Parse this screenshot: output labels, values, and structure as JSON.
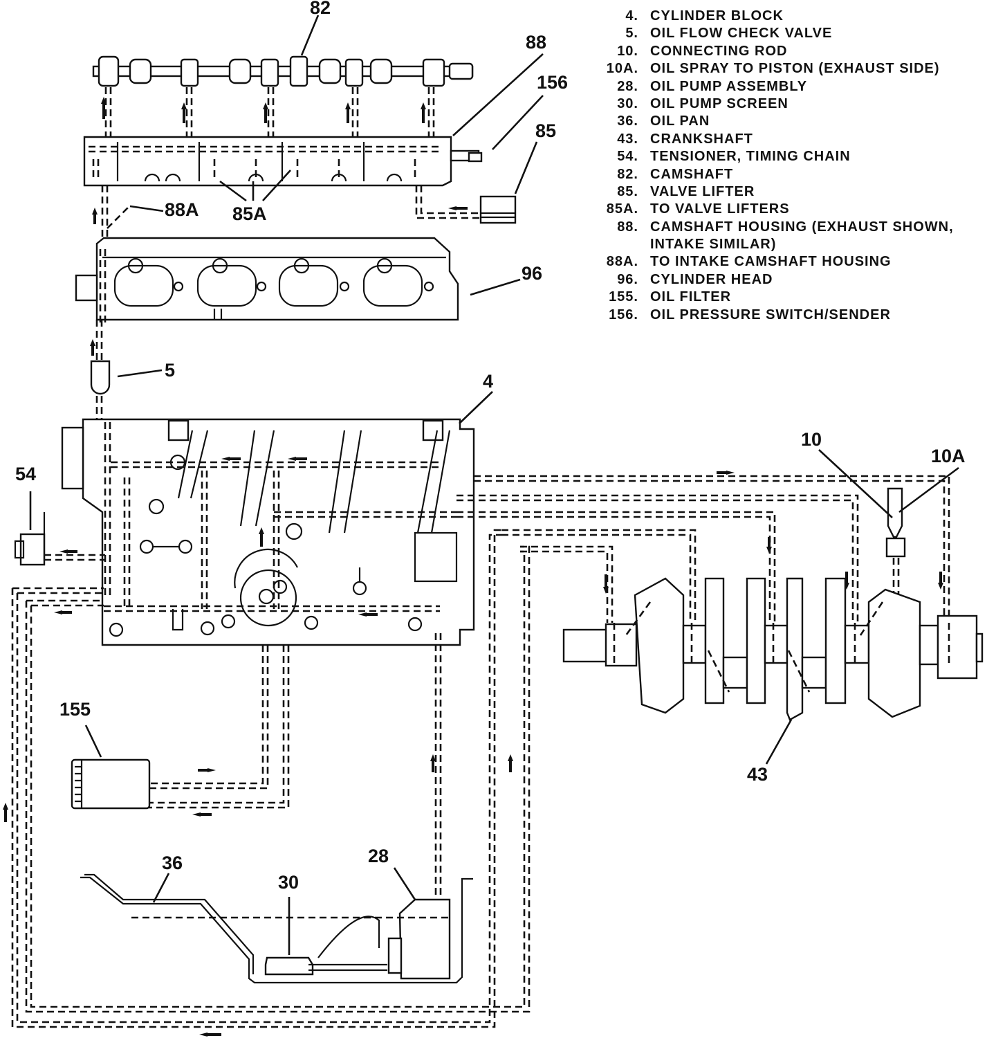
{
  "legend": [
    {
      "num": "4.",
      "text": "CYLINDER BLOCK"
    },
    {
      "num": "5.",
      "text": "OIL FLOW CHECK VALVE"
    },
    {
      "num": "10.",
      "text": "CONNECTING ROD"
    },
    {
      "num": "10A.",
      "text": "OIL SPRAY TO PISTON (EXHAUST SIDE)"
    },
    {
      "num": "28.",
      "text": "OIL PUMP ASSEMBLY"
    },
    {
      "num": "30.",
      "text": "OIL PUMP SCREEN"
    },
    {
      "num": "36.",
      "text": "OIL PAN"
    },
    {
      "num": "43.",
      "text": "CRANKSHAFT"
    },
    {
      "num": "54.",
      "text": "TENSIONER, TIMING CHAIN"
    },
    {
      "num": "82.",
      "text": "CAMSHAFT"
    },
    {
      "num": "85.",
      "text": "VALVE LIFTER"
    },
    {
      "num": "85A.",
      "text": "TO VALVE LIFTERS"
    },
    {
      "num": "88.",
      "text": "CAMSHAFT HOUSING (EXHAUST SHOWN,"
    },
    {
      "num": "",
      "text": "INTAKE SIMILAR)"
    },
    {
      "num": "88A.",
      "text": "TO INTAKE CAMSHAFT HOUSING"
    },
    {
      "num": "96.",
      "text": "CYLINDER HEAD"
    },
    {
      "num": "155.",
      "text": "OIL FILTER"
    },
    {
      "num": "156.",
      "text": "OIL PRESSURE SWITCH/SENDER"
    }
  ],
  "callouts": {
    "c82": "82",
    "c88": "88",
    "c156": "156",
    "c85": "85",
    "c88a": "88A",
    "c85a": "85A",
    "c96": "96",
    "c5": "5",
    "c4": "4",
    "c54": "54",
    "c10": "10",
    "c10a": "10A",
    "c155": "155",
    "c43": "43",
    "c36": "36",
    "c28": "28",
    "c30": "30"
  }
}
